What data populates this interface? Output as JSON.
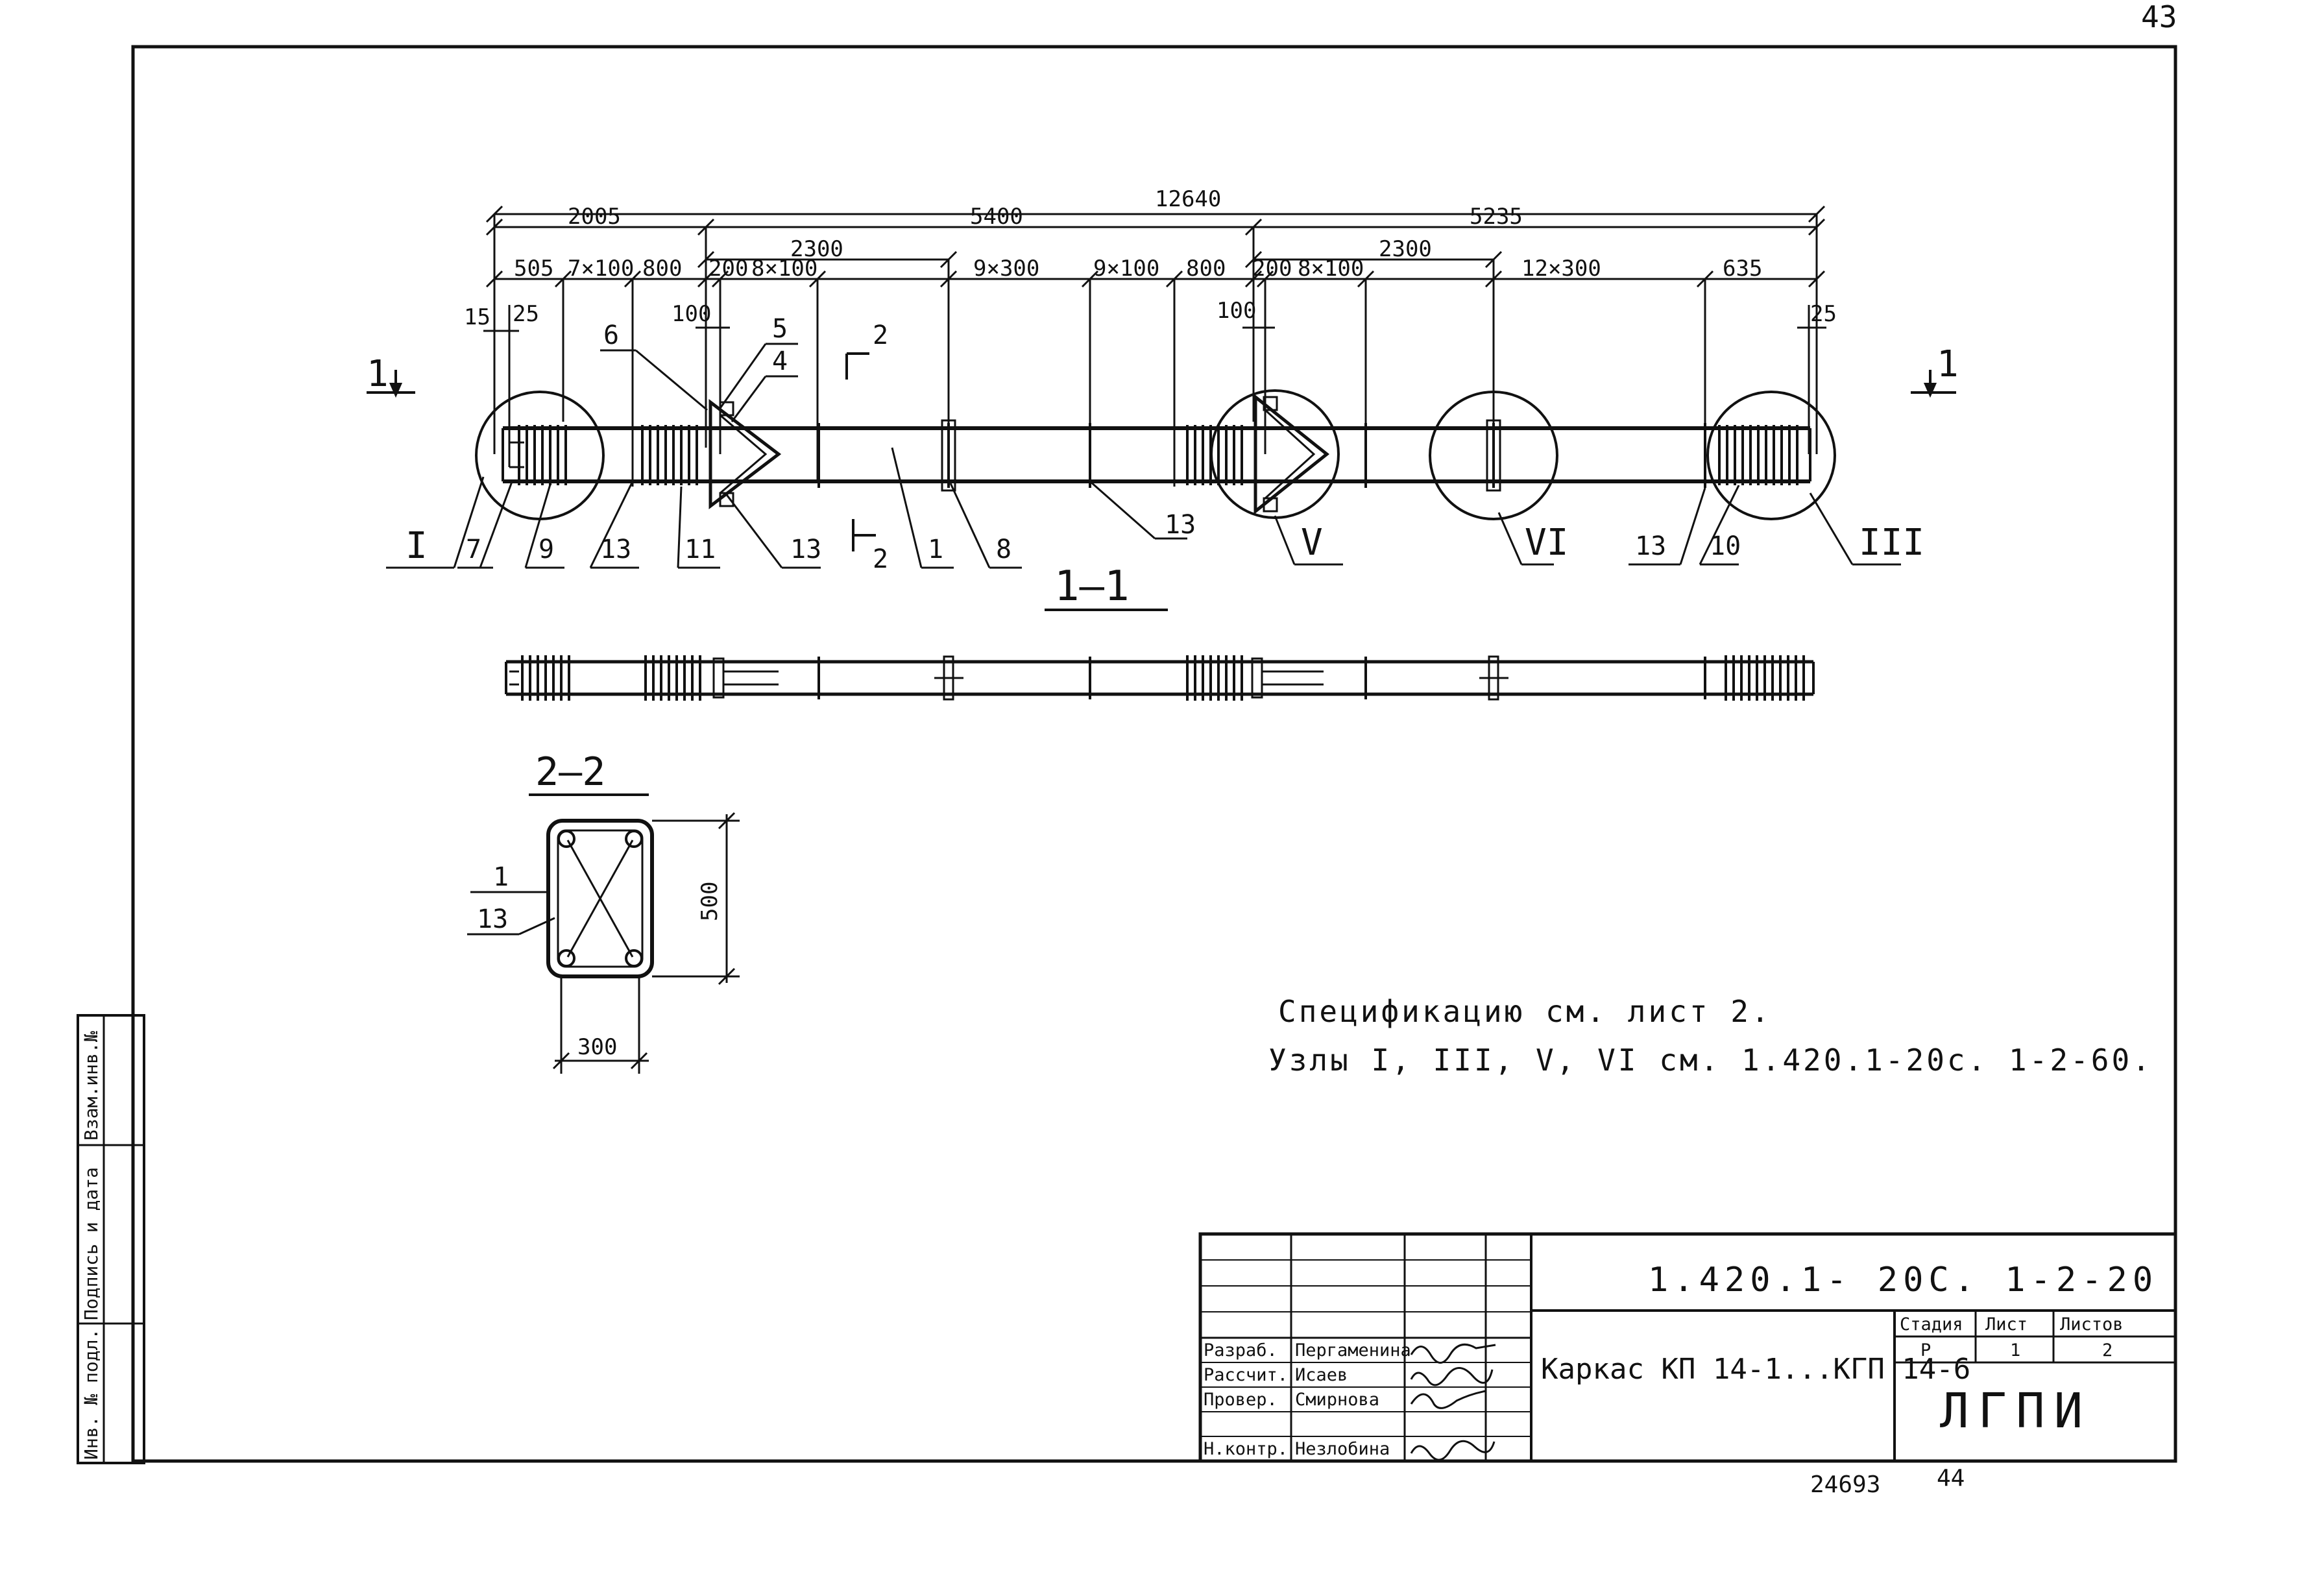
{
  "page_number": "43",
  "sheet_code": "1.420.1- 20С. 1-2-20",
  "title": "Каркас КП 14-1...КГП 14-6",
  "organization": "ЛГПИ",
  "stamp": {
    "stage_header": "Стадия",
    "sheet_header": "Лист",
    "sheets_header": "Листов",
    "stage": "Р",
    "sheet": "1",
    "sheets": "2",
    "roles": [
      {
        "role": "Разраб.",
        "name": "Пергаменина"
      },
      {
        "role": "Рассчит.",
        "name": "Исаев"
      },
      {
        "role": "Провер.",
        "name": "Смирнова"
      },
      {
        "role": "",
        "name": ""
      },
      {
        "role": "Н.контр.",
        "name": "Незлобина"
      }
    ]
  },
  "side_stamp": [
    "Инв. № подл.",
    "Подпись и дата",
    "Взам.инв.№"
  ],
  "bottom_numbers": {
    "left": "24693",
    "right": "44"
  },
  "notes": [
    "Спецификацию см. лист 2.",
    "Узлы I, III, V, VI см. 1.420.1-20с. 1-2-60."
  ],
  "section_labels": {
    "view_1_1": "1—1",
    "view_2_2": "2—2",
    "cut_1": "1",
    "cut_2": "2"
  },
  "dimensions": {
    "total": "12640",
    "tier1": [
      "2005",
      "5400",
      "5235"
    ],
    "tier2": [
      "2300",
      "2300"
    ],
    "tier3": [
      "505",
      "7×100",
      "800",
      "200",
      "8×100",
      "9×300",
      "9×100",
      "800",
      "200",
      "8×100",
      "12×300",
      "635"
    ],
    "small": [
      "15",
      "25",
      "100",
      "100",
      "25"
    ],
    "section": {
      "height": "500",
      "width": "300"
    }
  },
  "callouts": {
    "positions": [
      "7",
      "9",
      "13",
      "11",
      "13",
      "1",
      "8",
      "13",
      "13",
      "10"
    ],
    "top": [
      "6",
      "5",
      "4"
    ],
    "nodes": [
      "I",
      "V",
      "VI",
      "III"
    ],
    "section": [
      "1",
      "13"
    ]
  },
  "colors": {
    "ink": "#111111",
    "paper": "#ffffff"
  }
}
